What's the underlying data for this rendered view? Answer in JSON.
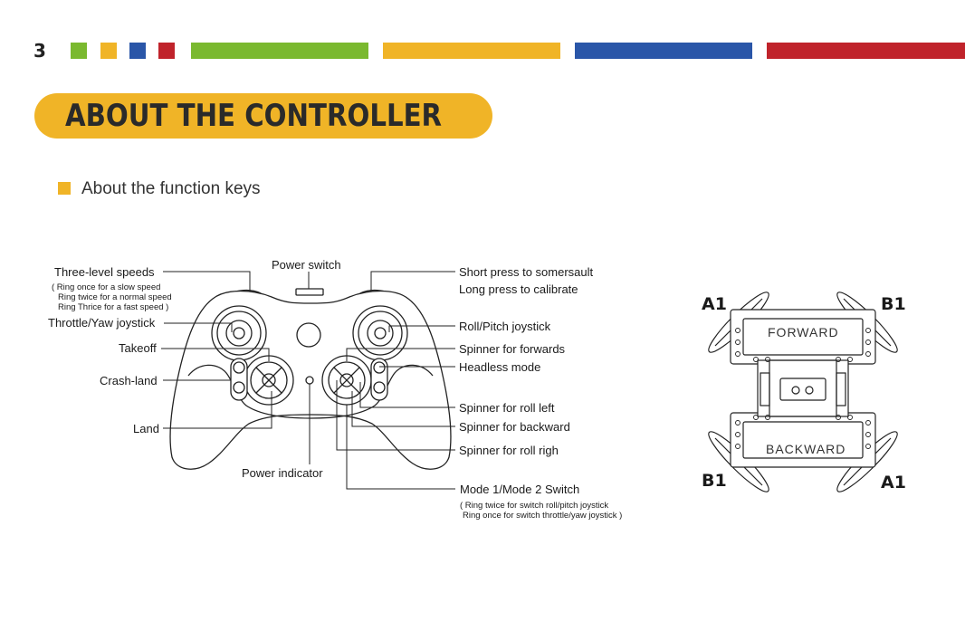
{
  "page_number": "3",
  "colors": {
    "green": "#7ab92f",
    "yellow": "#f0b427",
    "blue": "#2a56a8",
    "red": "#c0232b"
  },
  "section_title": "ABOUT THE CONTROLLER",
  "subsection_title": "About the function keys",
  "controller_labels": {
    "three_level_speeds": "Three-level speeds",
    "speed_note_1": "( Ring once for a slow speed",
    "speed_note_2": "Ring twice for a normal speed",
    "speed_note_3": "Ring Thrice for a fast speed )",
    "throttle_yaw": "Throttle/Yaw joystick",
    "takeoff": "Takeoff",
    "crash_land": "Crash-land",
    "land": "Land",
    "power_switch": "Power switch",
    "power_indicator": "Power indicator",
    "somersault": "Short press to somersault",
    "calibrate": "Long press to calibrate",
    "roll_pitch": "Roll/Pitch joystick",
    "spinner_forwards": "Spinner for forwards",
    "headless": "Headless mode",
    "spinner_roll_left": "Spinner for roll left",
    "spinner_backward": "Spinner for backward",
    "spinner_roll_right": "Spinner for roll righ",
    "mode_switch": "Mode 1/Mode 2 Switch",
    "mode_note_1": "( Ring twice for switch roll/pitch joystick",
    "mode_note_2": "Ring once for switch throttle/yaw joystick )"
  },
  "drone": {
    "forward": "FORWARD",
    "backward": "BACKWARD",
    "top_left": "A1",
    "top_right": "B1",
    "bottom_left": "B1",
    "bottom_right": "A1"
  }
}
